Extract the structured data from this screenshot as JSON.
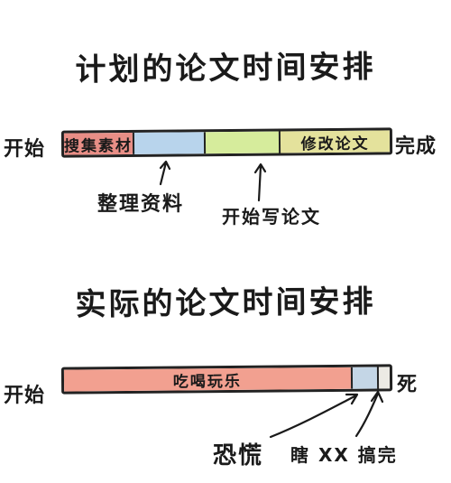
{
  "plan": {
    "title": "计划的论文时间安排",
    "start": "开始",
    "end": "完成",
    "segments": [
      {
        "label": "搜集素材",
        "share": 0.21,
        "color": "#e88e86"
      },
      {
        "label": "",
        "share": 0.22,
        "color": "#b8d4ec"
      },
      {
        "label": "",
        "share": 0.23,
        "color": "#d6ec9c"
      },
      {
        "label": "修改论文",
        "share": 0.34,
        "color": "#e4e29c"
      }
    ],
    "notes": {
      "organize": "整理资料",
      "write": "开始写论文"
    }
  },
  "actual": {
    "title": "实际的论文时间安排",
    "start": "开始",
    "end": "死",
    "segments": [
      {
        "label": "吃喝玩乐",
        "share": 0.88,
        "color": "#f2a090"
      },
      {
        "label": "",
        "share": 0.08,
        "color": "#c4d6e6"
      },
      {
        "label": "",
        "share": 0.04,
        "color": "#eceae4"
      }
    ],
    "notes": {
      "panic": "恐慌",
      "finish": "瞎 XX 搞完"
    }
  }
}
